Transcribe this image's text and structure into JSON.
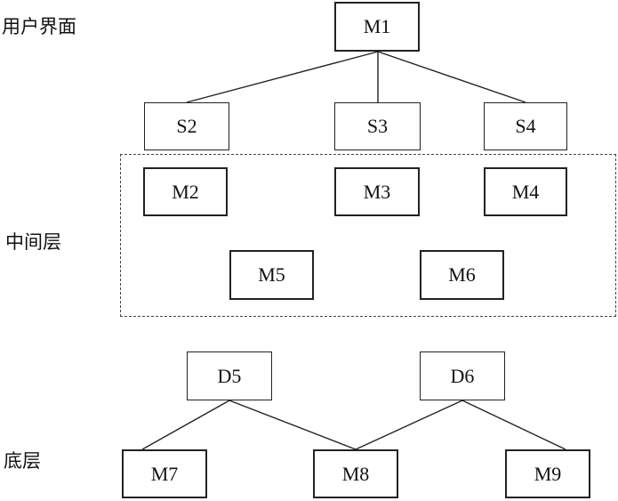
{
  "layers": {
    "top_label": "用户界面",
    "middle_label": "中间层",
    "bottom_label": "底层"
  },
  "nodes": {
    "m1": "M1",
    "s2": "S2",
    "s3": "S3",
    "s4": "S4",
    "m2": "M2",
    "m3": "M3",
    "m4": "M4",
    "m5": "M5",
    "m6": "M6",
    "d5": "D5",
    "d6": "D6",
    "m7": "M7",
    "m8": "M8",
    "m9": "M9"
  },
  "edges": [
    [
      "m1",
      "s2"
    ],
    [
      "m1",
      "s3"
    ],
    [
      "m1",
      "s4"
    ],
    [
      "d5",
      "m7"
    ],
    [
      "d5",
      "m8"
    ],
    [
      "d6",
      "m8"
    ],
    [
      "d6",
      "m9"
    ]
  ]
}
